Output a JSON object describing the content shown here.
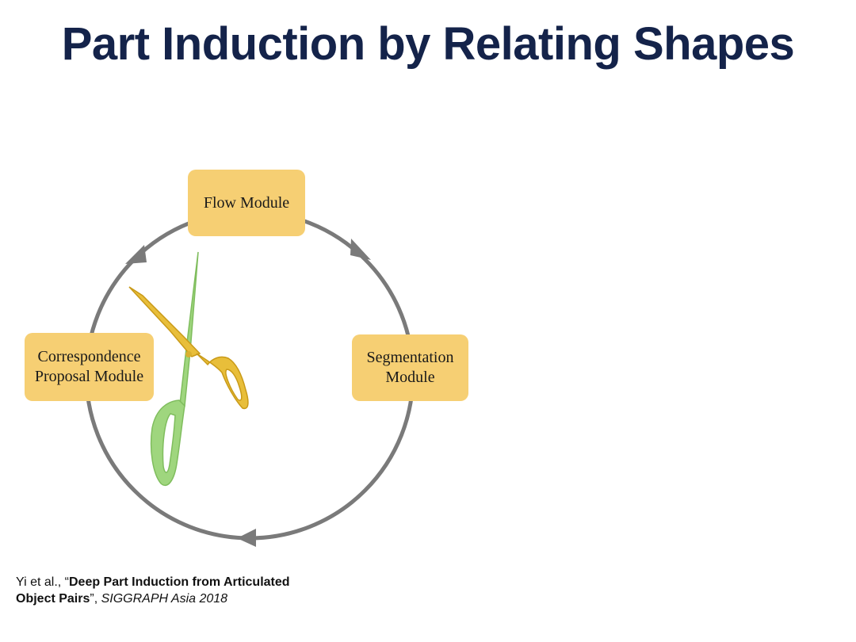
{
  "slide": {
    "title": "Part Induction by Relating Shapes"
  },
  "diagram": {
    "modules": {
      "flow": {
        "line1": "Flow Module"
      },
      "segmentation": {
        "line1": "Segmentation",
        "line2": "Module"
      },
      "correspondence": {
        "line1": "Correspondence",
        "line2": "Proposal Module"
      }
    },
    "cycle_color": "#7a7a7a",
    "box_color": "#f6cf73",
    "object_icon": "scissors-icon",
    "object_colors": {
      "part_a": "#e8be3a",
      "part_b": "#9fd67e"
    }
  },
  "citation": {
    "authors": "Yi et al., “",
    "paper_title_part1": "Deep Part Induction from Articulated",
    "paper_title_part2": "Object Pairs",
    "closing_quote": "”, ",
    "venue": "SIGGRAPH Asia 2018"
  }
}
